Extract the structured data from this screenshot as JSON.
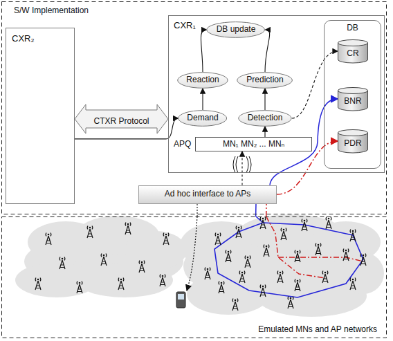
{
  "diagram": {
    "nodes": [
      {
        "text": [
          "S/W Implementation"
        ]
      },
      {
        "text": [
          "CXR₂"
        ],
        "in": 0
      },
      {
        "text": [
          "CXR₁"
        ],
        "in": 0
      },
      {
        "text": [
          "DB update"
        ],
        "in": 2
      },
      {
        "text": [
          "Reaction"
        ],
        "in": 2
      },
      {
        "text": [
          "Prediction"
        ],
        "in": 2
      },
      {
        "text": [
          "Demand"
        ],
        "in": 2
      },
      {
        "text": [
          "Detection"
        ],
        "in": 2
      },
      {
        "text": [
          "DB"
        ],
        "in": 2
      },
      {
        "text": [
          "CR"
        ],
        "in": 8
      },
      {
        "text": [
          "BNR"
        ],
        "in": 8
      },
      {
        "text": [
          "PDR"
        ],
        "in": 8
      },
      {
        "text": [
          "APQ",
          "MN₁ MN₂ ... MNₙ"
        ],
        "in": 2
      },
      {
        "text": [
          "Ad hoc interface to APs"
        ],
        "in": 0
      },
      {
        "text": [
          "Emulated MNs and AP networks"
        ]
      }
    ],
    "edges": [
      {
        "from": 1,
        "to": 2,
        "label": "CTXR Protocol",
        "arrow": "both"
      },
      {
        "from": 1,
        "to": 6,
        "arrow": "to"
      },
      {
        "from": 6,
        "to": 4,
        "arrow": "to"
      },
      {
        "from": 4,
        "to": 3,
        "arrow": "to"
      },
      {
        "from": 7,
        "to": 5,
        "arrow": "to"
      },
      {
        "from": 5,
        "to": 3,
        "arrow": "to"
      },
      {
        "from": 12,
        "to": 7,
        "arrow": "to"
      },
      {
        "from": 7,
        "to": 9,
        "arrow": "to"
      },
      {
        "from": 13,
        "to": 12,
        "arrow": "to"
      },
      {
        "from": 13,
        "to": 10,
        "arrow": "to"
      },
      {
        "from": 13,
        "to": 11,
        "arrow": "to"
      },
      {
        "from": 14,
        "to": 13,
        "arrow": "none"
      },
      {
        "from": 14,
        "to": 13,
        "arrow": "none"
      },
      {
        "from": 14,
        "to": 13,
        "arrow": "none"
      }
    ]
  }
}
